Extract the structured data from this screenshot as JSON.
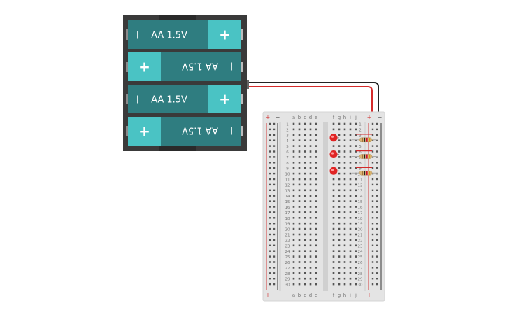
{
  "battery_pack": {
    "cells": [
      {
        "label": "AA 1.5V",
        "flipped": false
      },
      {
        "label": "AA 1.5V",
        "flipped": true
      },
      {
        "label": "AA 1.5V",
        "flipped": false
      },
      {
        "label": "AA 1.5V",
        "flipped": true
      }
    ],
    "plus_symbol": "+",
    "minus_symbol": "I",
    "colors": {
      "case": "#3a3a3a",
      "cell": "#2f7d80",
      "cap": "#4ac3c4",
      "text": "#ffffff"
    }
  },
  "breadboard": {
    "column_letters_left": [
      "a",
      "b",
      "c",
      "d",
      "e"
    ],
    "column_letters_right": [
      "f",
      "g",
      "h",
      "i",
      "j"
    ],
    "rows": 30,
    "rail_plus": "+",
    "rail_minus": "−",
    "colors": {
      "body": "#e4e4e4",
      "hole": "#555555",
      "red_line": "#d23b3b",
      "dark_line": "#333333"
    }
  },
  "components": {
    "leds": [
      {
        "row": 3
      },
      {
        "row": 6
      },
      {
        "row": 9
      }
    ],
    "led_color": "#e02424",
    "resistors": [
      {
        "row": 3
      },
      {
        "row": 6
      },
      {
        "row": 9
      }
    ],
    "wire_colors": {
      "positive": "#d42a2a",
      "negative": "#222222"
    }
  }
}
